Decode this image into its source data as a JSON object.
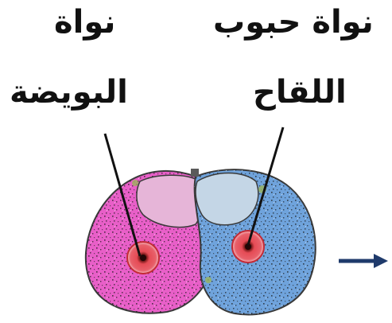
{
  "labels": {
    "egg_nucleus_line1": "نواة",
    "egg_nucleus_line2": "البويضة",
    "pollen_nucleus_line1": "نواة حبوب",
    "pollen_nucleus_line2": "اللقاح"
  },
  "colors": {
    "egg_cell": "#e85fc8",
    "egg_vacuole": "#e6b5d8",
    "pollen_cell": "#6fa3dc",
    "pollen_vacuole": "#c4d6e6",
    "nucleus": "#e53f4a",
    "membrane": "#3a3a3a",
    "arrow": "#1f3a6b",
    "text": "#111111"
  }
}
